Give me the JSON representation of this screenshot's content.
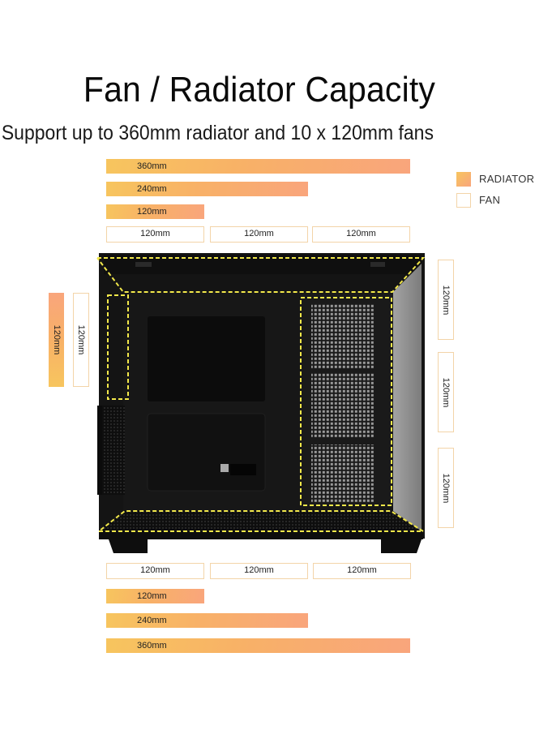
{
  "header": {
    "title": "Fan / Radiator Capacity",
    "subtitle": "Support up to 360mm radiator and 10 x 120mm fans"
  },
  "legend": {
    "radiator_label": "RADIATOR",
    "fan_label": "FAN",
    "radiator_color": "#f8b167",
    "fan_border_color": "#f3d4a8"
  },
  "top": {
    "radiators": [
      "360mm",
      "240mm",
      "120mm"
    ],
    "fans": [
      "120mm",
      "120mm",
      "120mm"
    ]
  },
  "rear": {
    "radiator": "120mm",
    "fan": "120mm"
  },
  "side": {
    "fans": [
      "120mm",
      "120mm",
      "120mm"
    ]
  },
  "bottom": {
    "fans": [
      "120mm",
      "120mm",
      "120mm"
    ],
    "radiators": [
      "120mm",
      "240mm",
      "360mm"
    ]
  },
  "colors": {
    "highlight_dash": "#f2e84a",
    "case_body": "#121212",
    "glass_panel": "#8e8e8e"
  }
}
